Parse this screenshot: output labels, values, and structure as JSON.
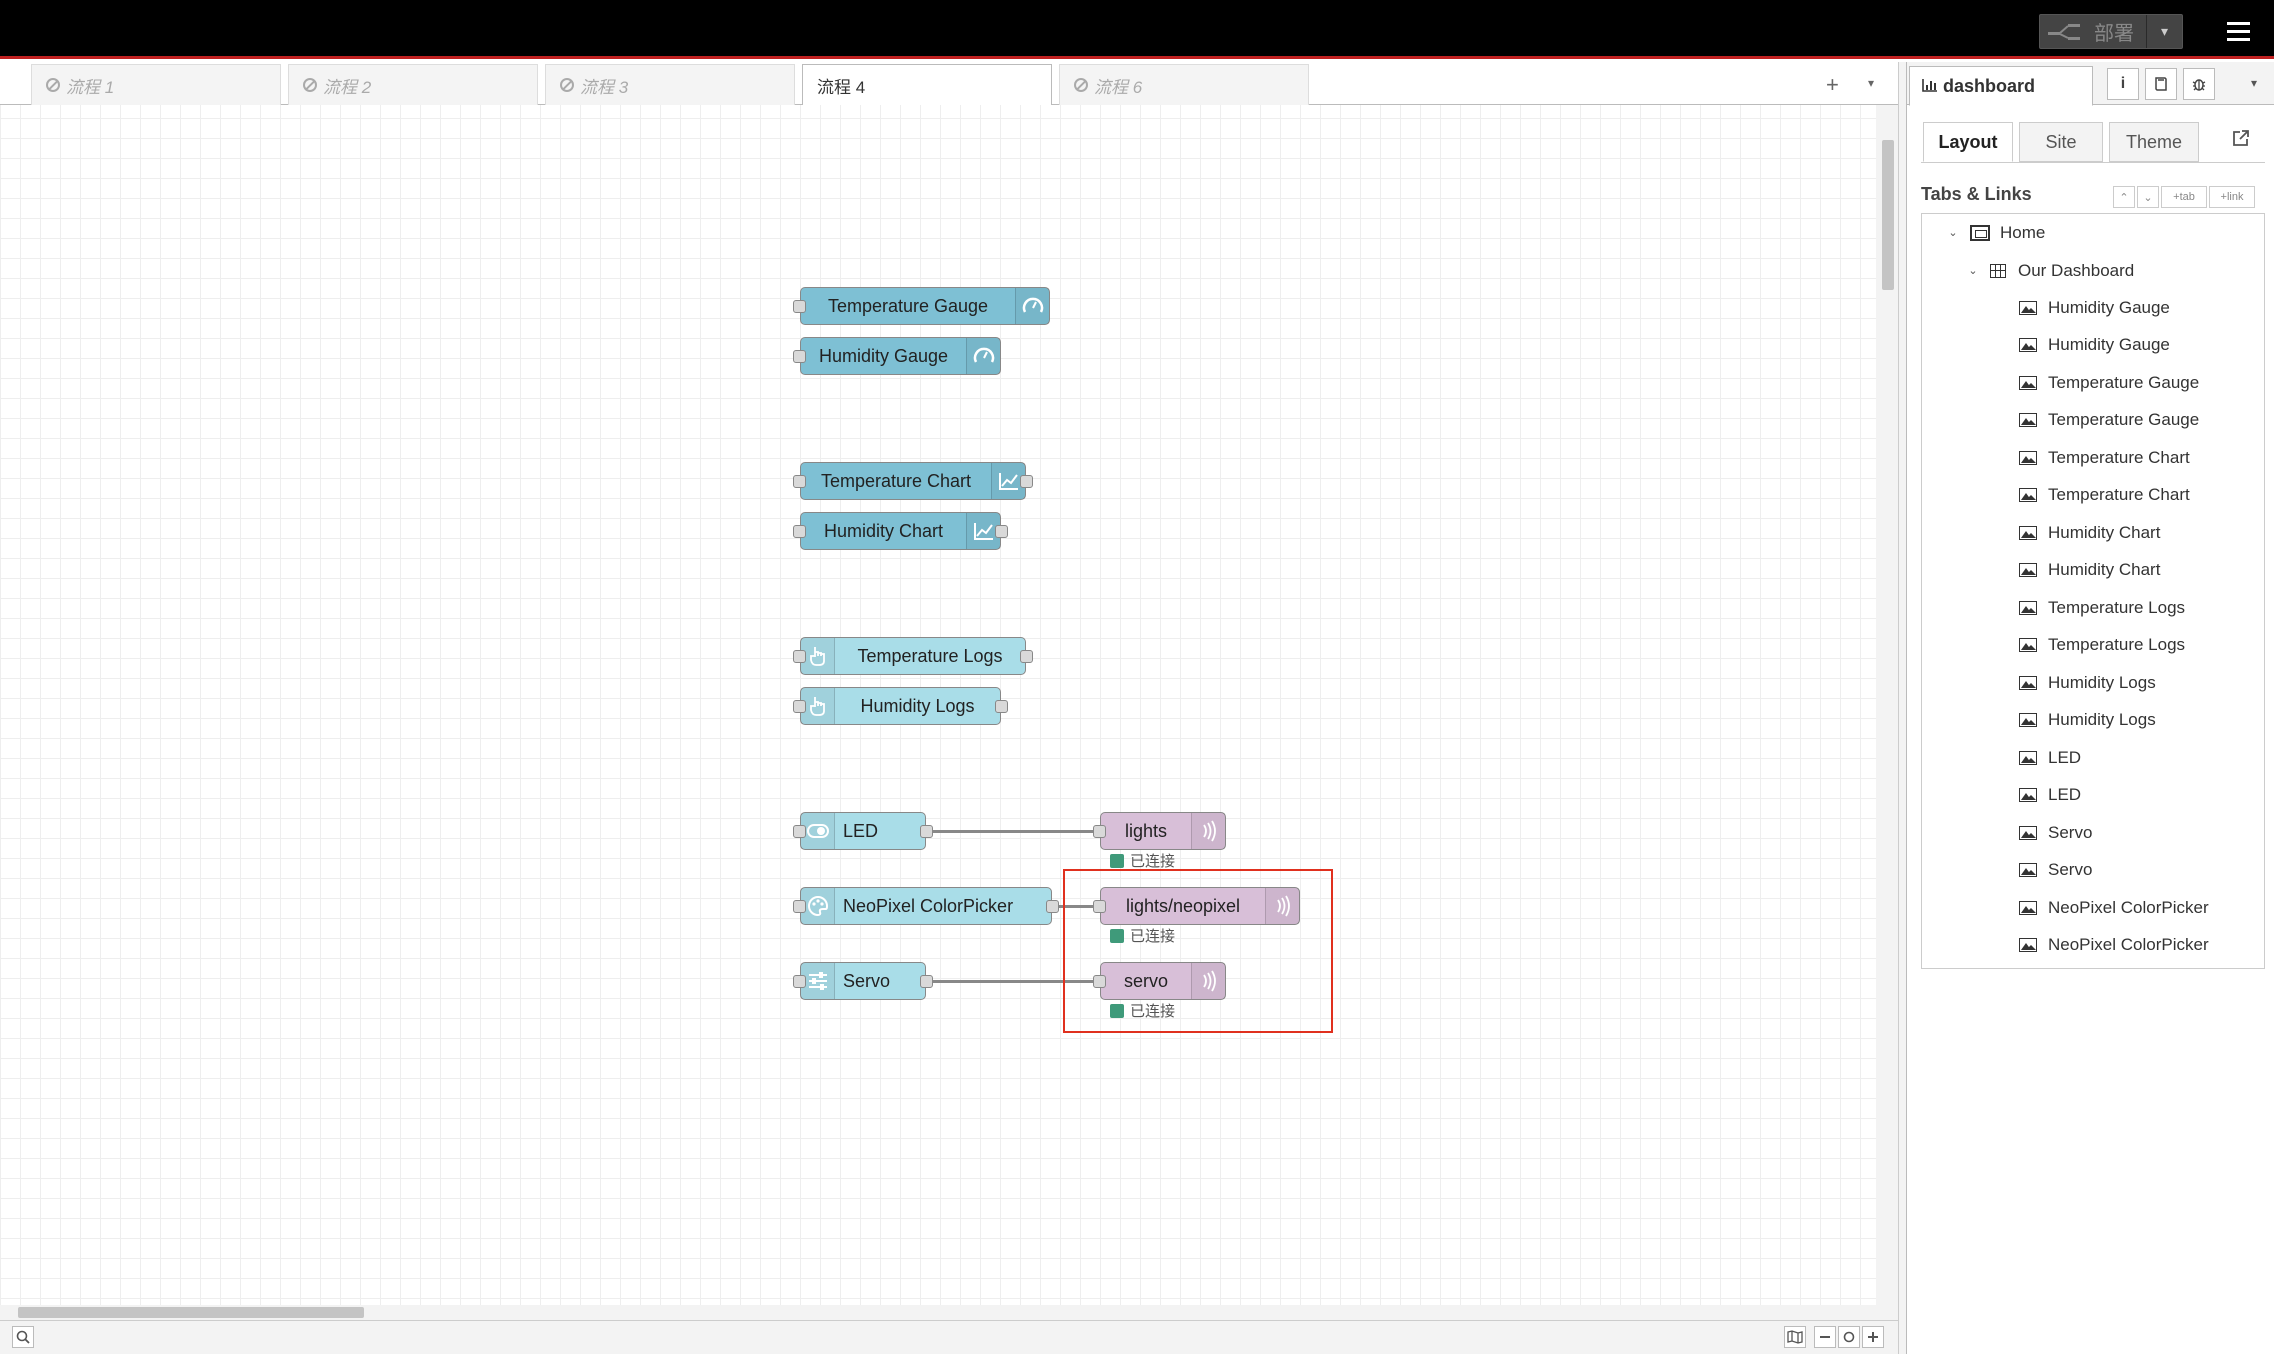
{
  "header": {
    "deploy_label": "部署",
    "deploy_caret": "▾"
  },
  "tabs": [
    {
      "label": "流程 1",
      "active": false
    },
    {
      "label": "流程 2",
      "active": false
    },
    {
      "label": "流程 3",
      "active": false
    },
    {
      "label": "流程 4",
      "active": true
    },
    {
      "label": "流程 6",
      "active": false
    }
  ],
  "tab_add": "+",
  "tab_menu": "▾",
  "nodes": {
    "temperature_gauge": "Temperature Gauge",
    "humidity_gauge": "Humidity Gauge",
    "temperature_chart": "Temperature Chart",
    "humidity_chart": "Humidity Chart",
    "temperature_logs": "Temperature Logs",
    "humidity_logs": "Humidity Logs",
    "led": "LED",
    "neopixel": "NeoPixel ColorPicker",
    "servo": "Servo",
    "mqtt_lights": "lights",
    "mqtt_neopixel": "lights/neopixel",
    "mqtt_servo": "servo"
  },
  "status_connected": "已连接",
  "sidebar": {
    "tab_label": "dashboard",
    "info_icon": "i",
    "subtabs": [
      "Layout",
      "Site",
      "Theme"
    ],
    "tabs_links_title": "Tabs & Links",
    "tab_btn": "+tab",
    "link_btn": "+link",
    "tree": {
      "home": "Home",
      "group": "Our Dashboard",
      "widgets": [
        "Humidity Gauge",
        "Humidity Gauge",
        "Temperature Gauge",
        "Temperature Gauge",
        "Temperature Chart",
        "Temperature Chart",
        "Humidity Chart",
        "Humidity Chart",
        "Temperature Logs",
        "Temperature Logs",
        "Humidity Logs",
        "Humidity Logs",
        "LED",
        "LED",
        "Servo",
        "Servo",
        "NeoPixel ColorPicker",
        "NeoPixel ColorPicker"
      ]
    }
  }
}
